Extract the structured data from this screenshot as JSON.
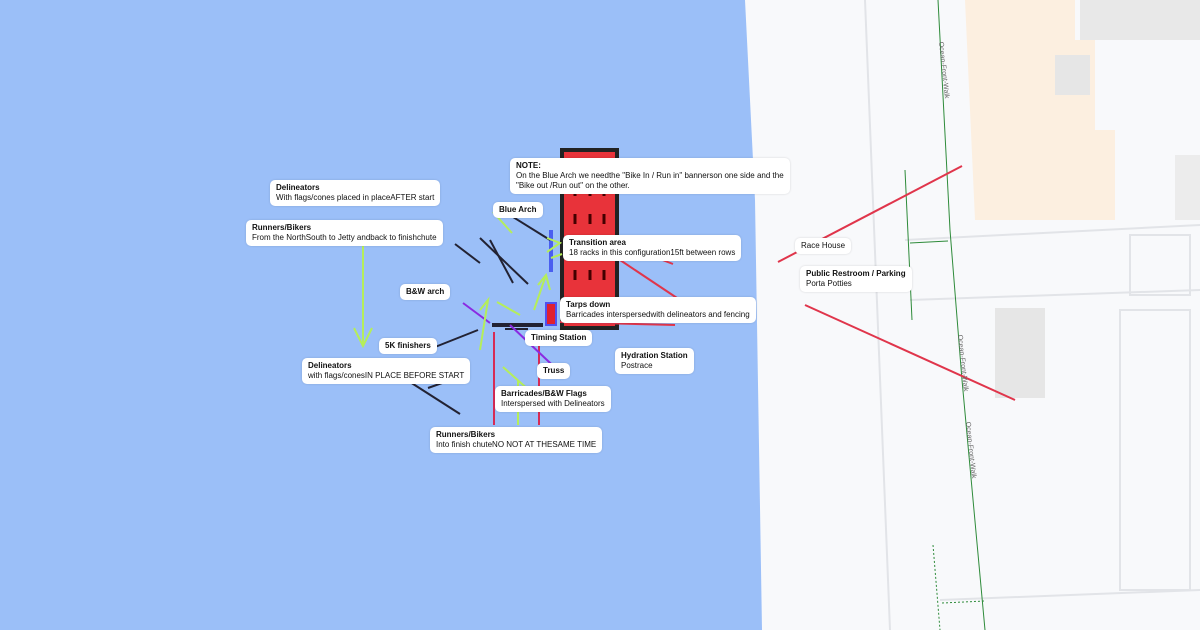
{
  "map": {
    "water_color": "#9bbff8",
    "land_color": "#f8f9fb",
    "street_name": "Ocean-Front-Walk"
  },
  "labels": {
    "note": {
      "title": "NOTE:",
      "line1": "On the Blue Arch we needthe \"Bike In / Run in\" bannerson one side and the",
      "line2": "\"Bike out /Run out\" on the other."
    },
    "blue_arch": "Blue Arch",
    "runners_north": {
      "title": "Runners/Bikers",
      "line": "From the NorthSouth to Jetty andback to finishchute"
    },
    "delineators_after": {
      "title": "Delineators",
      "line": "With flags/cones placed in placeAFTER start"
    },
    "transition": {
      "title": "Transition area",
      "line": "18 racks in this configuration15ft between rows"
    },
    "house": "Race House",
    "restroom": {
      "title": "Public Restroom / Parking",
      "line": "Porta Potties"
    },
    "bw_arch": "B&W arch",
    "tarps": {
      "title": "Tarps down",
      "line": "Barricades interspersedwith delineators and fencing"
    },
    "timing": "Timing Station",
    "hydration": {
      "title": "Hydration Station",
      "line": "Postrace"
    },
    "finishers": "5K finishers",
    "delineators_before": {
      "title": "Delineators",
      "line": "with flags/conesIN PLACE BEFORE START"
    },
    "truss": "Truss",
    "barricades": {
      "title": "Barricades/B&W Flags",
      "line": "Interspersed with Delineators"
    },
    "runners_finish": {
      "title": "Runners/Bikers",
      "line": "Into finish chuteNO NOT AT THESAME TIME"
    }
  }
}
